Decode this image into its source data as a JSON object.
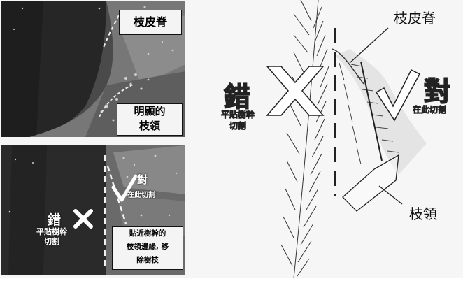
{
  "top_panel": {
    "label_ridge": "枝皮脊",
    "label_collar_line1": "明顯的",
    "label_collar_line2": "枝領"
  },
  "bottom_panel": {
    "right_mark": "對",
    "right_note": "在此切割",
    "wrong_mark": "錯",
    "wrong_note_line1": "平貼樹幹",
    "wrong_note_line2": "切割",
    "box_line1": "貼近樹幹的",
    "box_line2": "枝領邊緣, 移",
    "box_line3": "除樹枝"
  },
  "sketch": {
    "label_ridge": "枝皮脊",
    "label_collar": "枝領",
    "wrong_char": "錯",
    "wrong_note_line1": "平貼樹幹",
    "wrong_note_line2": "切割",
    "right_char": "對",
    "right_note": "在此切割"
  },
  "colors": {
    "photo_dark": "#2e2e2e",
    "photo_light": "#9a9a9a",
    "ink": "#222222"
  }
}
